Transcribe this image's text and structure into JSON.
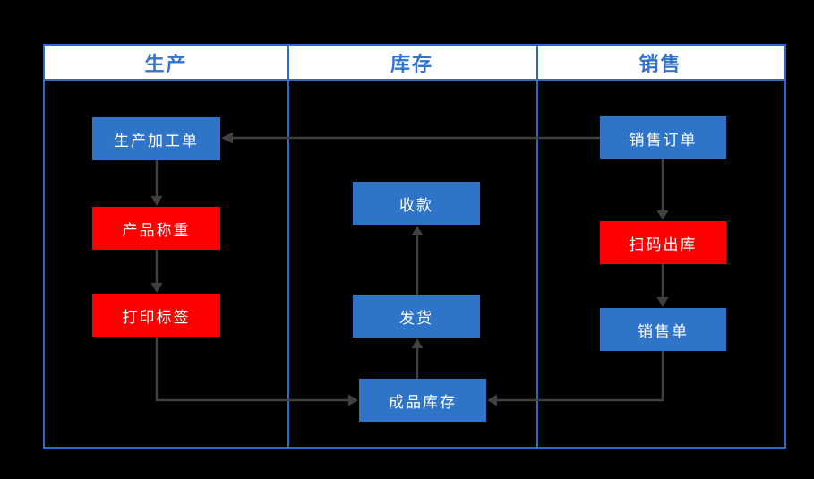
{
  "diagram": {
    "lanes": [
      {
        "label": "生产"
      },
      {
        "label": "库存"
      },
      {
        "label": "销售"
      }
    ],
    "nodes": {
      "production_order": {
        "label": "生产加工单",
        "color": "#2E74C9"
      },
      "product_weighing": {
        "label": "产品称重",
        "color": "#FF0000"
      },
      "print_label": {
        "label": "打印标签",
        "color": "#FF0000"
      },
      "collection": {
        "label": "收款",
        "color": "#2E74C9"
      },
      "shipping": {
        "label": "发货",
        "color": "#2E74C9"
      },
      "finished_goods": {
        "label": "成品库存",
        "color": "#2E74C9"
      },
      "sales_order": {
        "label": "销售订单",
        "color": "#2E74C9"
      },
      "scan_outbound": {
        "label": "扫码出库",
        "color": "#FF0000"
      },
      "sales_slip": {
        "label": "销售单",
        "color": "#2E74C9"
      }
    },
    "edges": [
      {
        "from": "销售订单",
        "to": "生产加工单"
      },
      {
        "from": "生产加工单",
        "to": "产品称重"
      },
      {
        "from": "产品称重",
        "to": "打印标签"
      },
      {
        "from": "打印标签",
        "to": "成品库存"
      },
      {
        "from": "销售订单",
        "to": "扫码出库"
      },
      {
        "from": "扫码出库",
        "to": "销售单"
      },
      {
        "from": "销售单",
        "to": "成品库存"
      },
      {
        "from": "成品库存",
        "to": "发货"
      },
      {
        "from": "发货",
        "to": "收款"
      }
    ],
    "colors": {
      "background": "#000000",
      "node_blue": "#2E74C9",
      "node_red": "#FF0000",
      "node_text": "#FFFFFF",
      "table_border": "#2A6BC6",
      "header_background": "#FFFFFF",
      "header_text": "#3273D2",
      "arrow": "#404040"
    }
  }
}
